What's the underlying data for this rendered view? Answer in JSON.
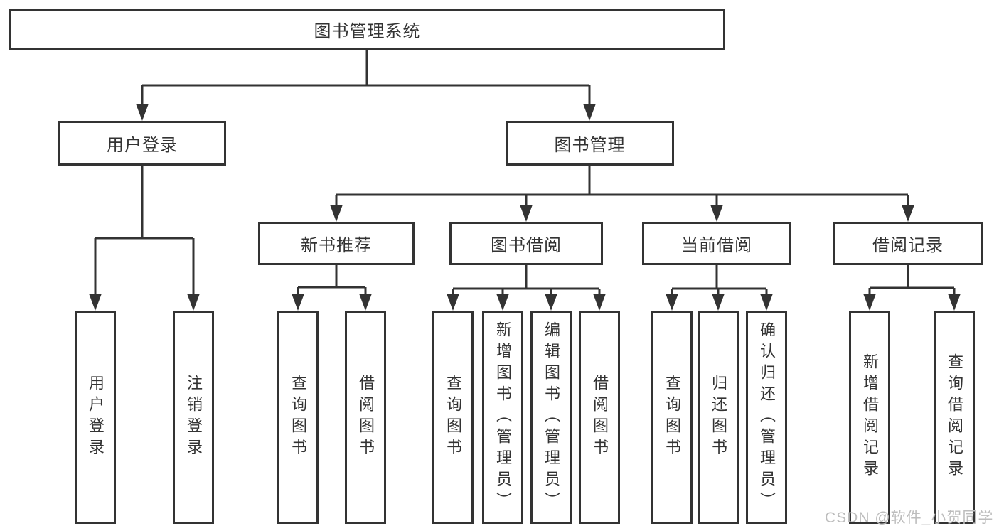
{
  "diagram": {
    "root_label": "图书管理系统",
    "user_branch": {
      "label": "用户登录",
      "children": [
        "用户登录",
        "注销登录"
      ]
    },
    "mgmt_branch": {
      "label": "图书管理",
      "sections": [
        {
          "label": "新书推荐",
          "children": [
            "查询图书",
            "借阅图书"
          ]
        },
        {
          "label": "图书借阅",
          "children": [
            "查询图书",
            "新增图书（管理员）",
            "编辑图书（管理员）",
            "借阅图书"
          ]
        },
        {
          "label": "当前借阅",
          "children": [
            "查询图书",
            "归还图书",
            "确认归还（管理员）"
          ]
        },
        {
          "label": "借阅记录",
          "children": [
            "新增借阅记录",
            "查询借阅记录"
          ]
        }
      ]
    }
  },
  "watermark": {
    "text": "CSDN @软件_小贺同学"
  },
  "colors": {
    "line": "#333333",
    "box_border": "#333333",
    "text": "#333333",
    "watermark": "#bdbdbd"
  }
}
